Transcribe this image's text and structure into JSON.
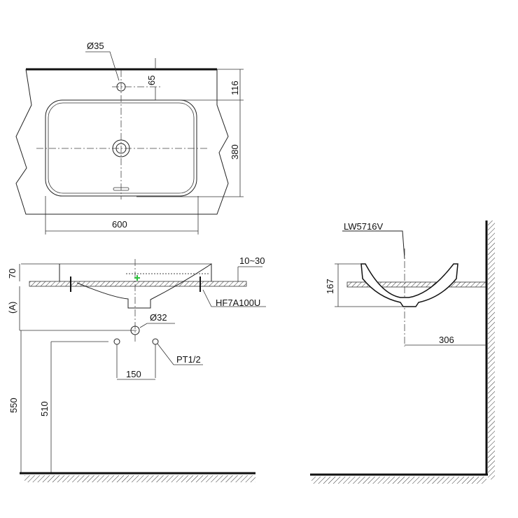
{
  "title": "Lavabo LW5716V technical drawing",
  "top_view": {
    "dim_faucet_hole": "Ø35",
    "dim_hole_offset": "65",
    "dim_rim_to_bowl": "116",
    "dim_bowl_depth": "380",
    "dim_width": "600"
  },
  "front_view": {
    "dim_above_counter": "70",
    "dim_counter_thickness": "10~30",
    "label_fitting": "HF7A100U",
    "dim_variable": "(A)",
    "dim_drain": "Ø32",
    "label_supply": "PT1/2",
    "dim_supply_spacing": "150",
    "dim_floor_to_drain": "550",
    "dim_floor_to_supply": "510"
  },
  "side_view": {
    "model": "LW5716V",
    "dim_height": "167",
    "dim_wall_to_center": "306"
  },
  "colors": {
    "line": "#222222",
    "marker": "#2bbf3a"
  }
}
